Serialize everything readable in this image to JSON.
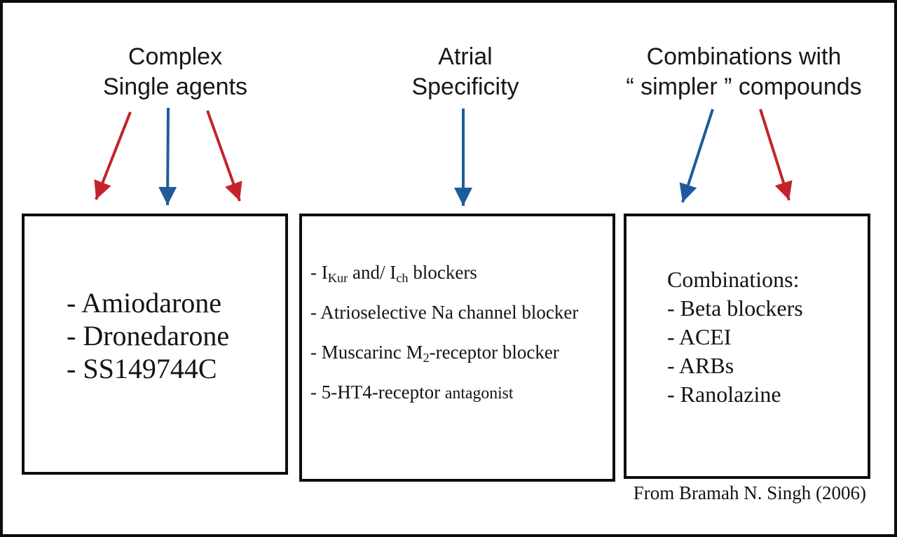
{
  "colors": {
    "red": "#c5232b",
    "blue": "#1f5b9b",
    "ink": "#0d0d0d"
  },
  "headers": [
    {
      "line1": "Complex",
      "line2": "Single agents"
    },
    {
      "line1": "Atrial",
      "line2": "Specificity"
    },
    {
      "line1": "Combinations with",
      "line2": "“ simpler ” compounds"
    }
  ],
  "boxes": {
    "complex_agents": {
      "items": [
        "- Amiodarone",
        "- Dronedarone",
        "- SS149744C"
      ]
    },
    "atrial_specificity": {
      "line1": {
        "p1": "- I",
        "sub1": "Kur",
        "p2": " and/ I",
        "sub2": "ch",
        "p3": " blockers"
      },
      "line2": "- Atrioselective Na channel blocker",
      "line3": {
        "p1": "- Muscarinc M",
        "sub1": "2",
        "p2": "-receptor blocker"
      },
      "line4": {
        "p1": "- 5-HT4-receptor ",
        "small1": "antagonist"
      }
    },
    "combinations": {
      "title": "Combinations:",
      "items": [
        "- Beta blockers",
        "- ACEI",
        "- ARBs",
        "- Ranolazine"
      ]
    }
  },
  "attribution": "From Bramah N. Singh (2006)"
}
